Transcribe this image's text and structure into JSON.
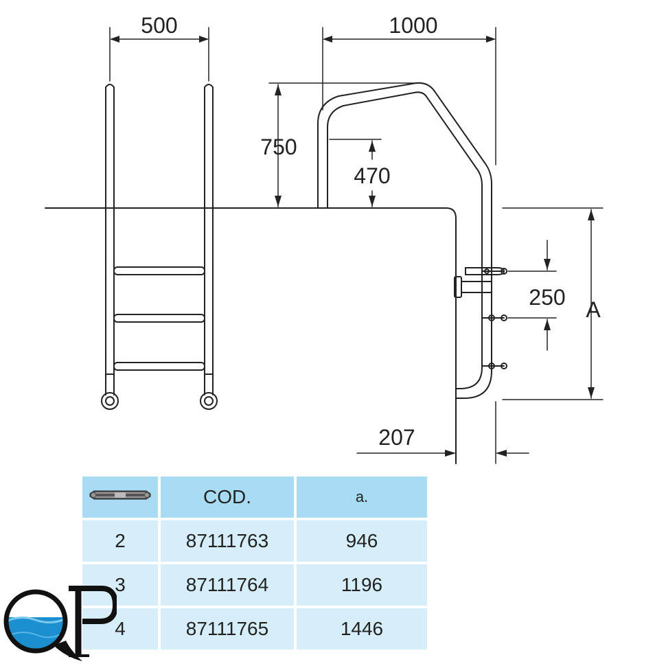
{
  "dimensions": {
    "front_width": "500",
    "side_width": "1000",
    "handrail_height": "750",
    "handrail_mid": "470",
    "step_pitch": "250",
    "depth_label": "A",
    "wall_offset": "207"
  },
  "table": {
    "headers": {
      "steps_icon": "ladder-step-icon",
      "code": "COD.",
      "a": "a."
    },
    "rows": [
      {
        "steps": "2",
        "code": "87111763",
        "a": "946"
      },
      {
        "steps": "3",
        "code": "87111764",
        "a": "1196"
      },
      {
        "steps": "4",
        "code": "87111765",
        "a": "1446"
      }
    ]
  },
  "logo": {
    "text": "QP",
    "colors": {
      "water": "#1b8fd0",
      "ink": "#111111"
    }
  },
  "colors": {
    "table_header": "#a8dcf3",
    "table_cell": "#d6eef9",
    "line": "#222222"
  }
}
